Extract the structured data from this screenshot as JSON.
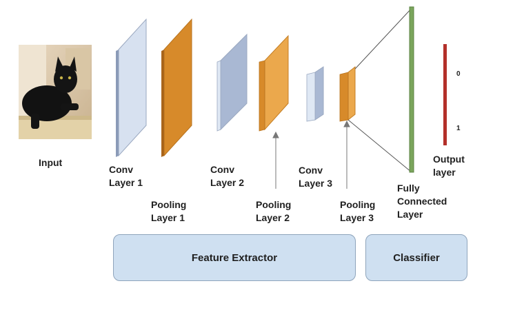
{
  "input": {
    "label": "Input"
  },
  "layers": {
    "conv1": {
      "line1": "Conv",
      "line2": "Layer 1"
    },
    "pool1": {
      "line1": "Pooling",
      "line2": "Layer 1"
    },
    "conv2": {
      "line1": "Conv",
      "line2": "Layer 2"
    },
    "pool2": {
      "line1": "Pooling",
      "line2": "Layer 2"
    },
    "conv3": {
      "line1": "Conv",
      "line2": "Layer 3"
    },
    "pool3": {
      "line1": "Pooling",
      "line2": "Layer 3"
    },
    "fc": {
      "line1": "Fully",
      "line2": "Connected",
      "line3": "Layer"
    },
    "output": {
      "line1": "Output",
      "line2": "layer",
      "index0": "0",
      "index1": "1"
    }
  },
  "groups": {
    "feature_extractor": "Feature Extractor",
    "classifier": "Classifier"
  },
  "colors": {
    "conv_face": "#a9b8d3",
    "conv_side": "#d7e1f0",
    "pool_face": "#d78a2a",
    "pool_side": "#eba84c",
    "fully_connected": "#7aa55c",
    "output": "#b3302a",
    "panel": "#cfe0f1"
  },
  "icons": [
    "cat-photo"
  ]
}
